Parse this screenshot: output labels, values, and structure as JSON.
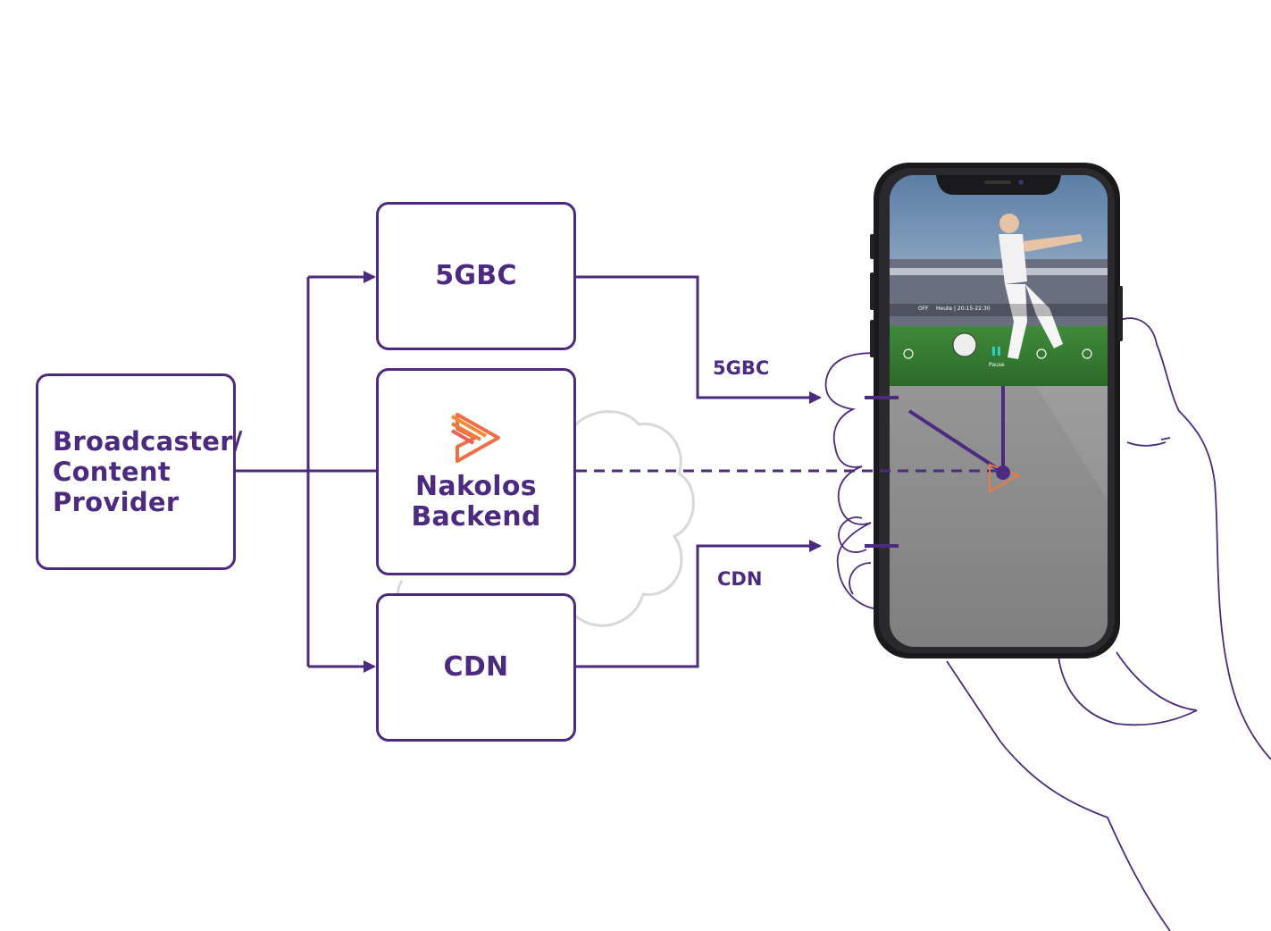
{
  "nodes": {
    "broadcaster": {
      "line1": "Broadcaster/",
      "line2": "Content",
      "line3": "Provider"
    },
    "fivegbc": {
      "label": "5GBC"
    },
    "nakolos": {
      "line1": "Nakolos",
      "line2": "Backend"
    },
    "cdn": {
      "label": "CDN"
    }
  },
  "edges": {
    "fivegbc_label": "5GBC",
    "cdn_label": "CDN"
  },
  "phone_screen": {
    "overlay_channel": "OFF",
    "overlay_time": "Heute | 20:15-22:30",
    "pause_label": "Pause"
  },
  "colors": {
    "accent": "#4b2a7f",
    "logo_gradient_start": "#f07a3c",
    "logo_gradient_end": "#e94b6a",
    "cloud": "#d8d8d8"
  },
  "icons": [
    "nakolos-logo-icon",
    "cloud-icon",
    "smartphone-icon",
    "hand-icon"
  ]
}
